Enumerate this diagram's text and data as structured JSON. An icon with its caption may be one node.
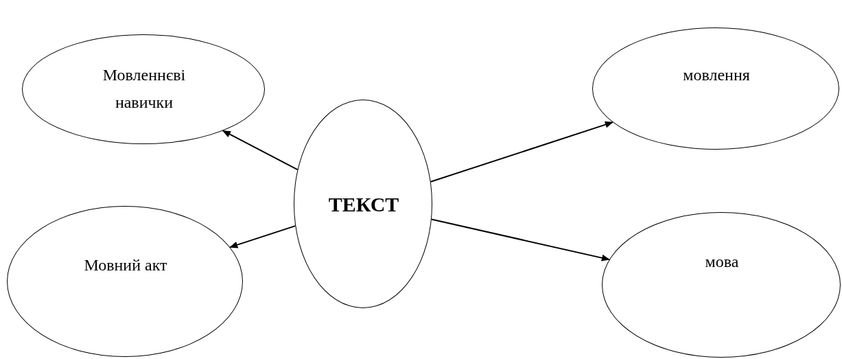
{
  "diagram": {
    "nodes": [
      {
        "text": [
          "ТЕКСТ"
        ]
      },
      {
        "text": [
          "Мовленнєві навички"
        ]
      },
      {
        "text": [
          "мовлення"
        ]
      },
      {
        "text": [
          "Мовний акт"
        ]
      },
      {
        "text": [
          "мова"
        ]
      }
    ],
    "edges": [
      {
        "from": 0,
        "to": 1,
        "arrow": "to"
      },
      {
        "from": 0,
        "to": 2,
        "arrow": "to"
      },
      {
        "from": 0,
        "to": 3,
        "arrow": "to"
      },
      {
        "from": 0,
        "to": 4,
        "arrow": "to"
      }
    ]
  }
}
